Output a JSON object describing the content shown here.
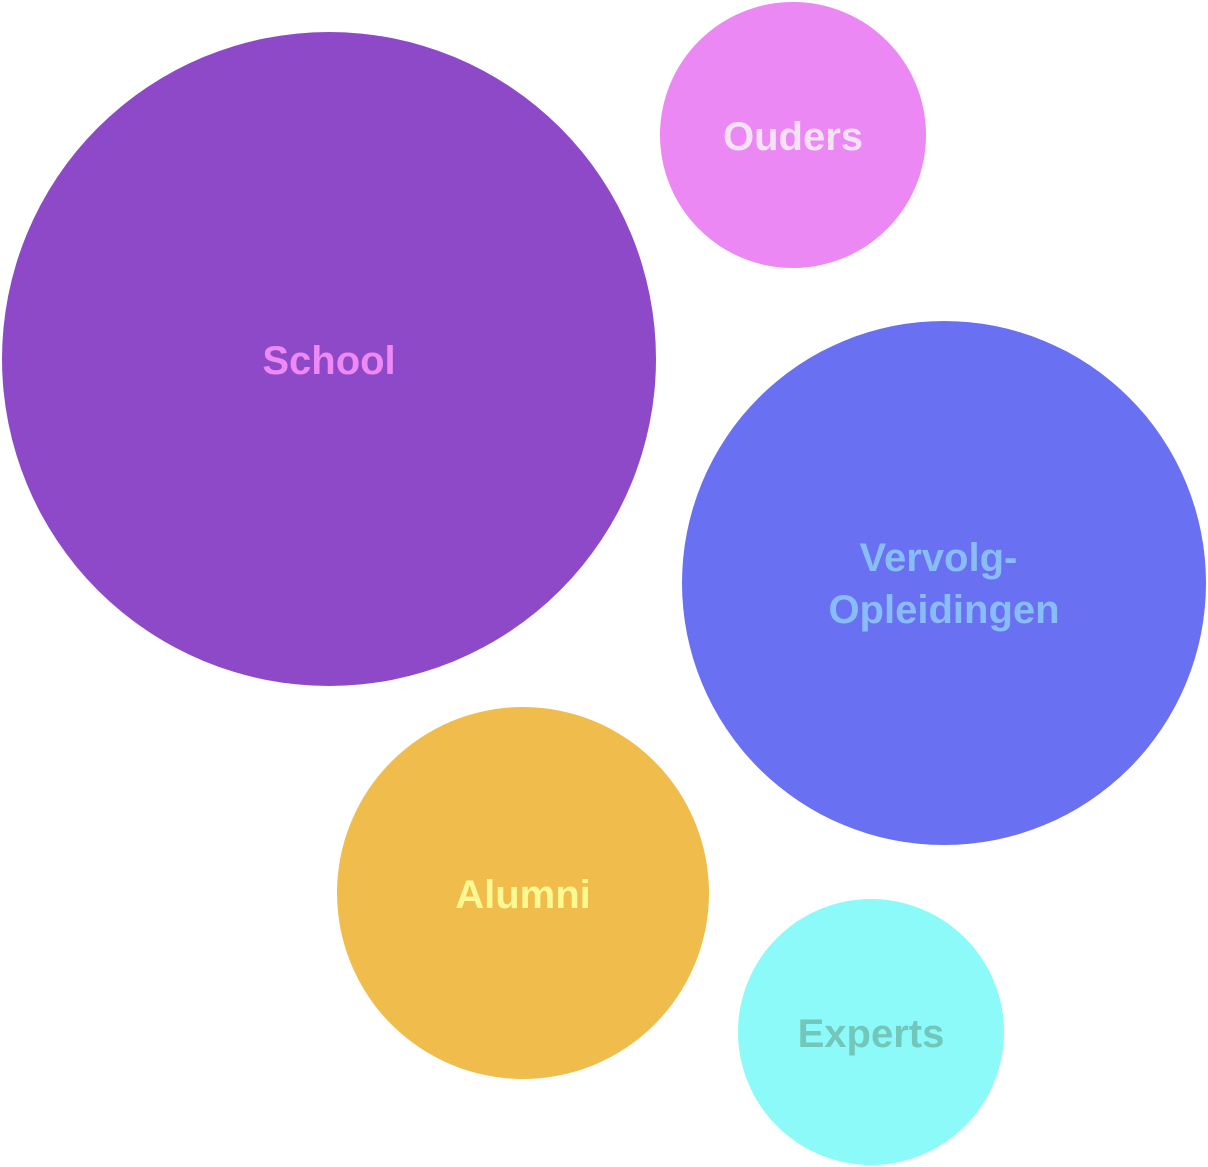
{
  "bubbles": [
    {
      "id": "school",
      "label_lines": [
        "School"
      ],
      "fill": "#8D49C7",
      "text_color": "#EE89F5"
    },
    {
      "id": "ouders",
      "label_lines": [
        "Ouders"
      ],
      "fill": "#EC88F4",
      "text_color": "#F5E2F7"
    },
    {
      "id": "vervolg-opleidingen",
      "label_lines": [
        "Vervolg-",
        "Opleidingen"
      ],
      "fill": "#6970F2",
      "text_color": "#89BDF8"
    },
    {
      "id": "alumni",
      "label_lines": [
        "Alumni"
      ],
      "fill": "#F0BD4D",
      "text_color": "#FDF992"
    },
    {
      "id": "experts",
      "label_lines": [
        "Experts"
      ],
      "fill": "#8DFAFA",
      "text_color": "#72C7BA"
    }
  ]
}
